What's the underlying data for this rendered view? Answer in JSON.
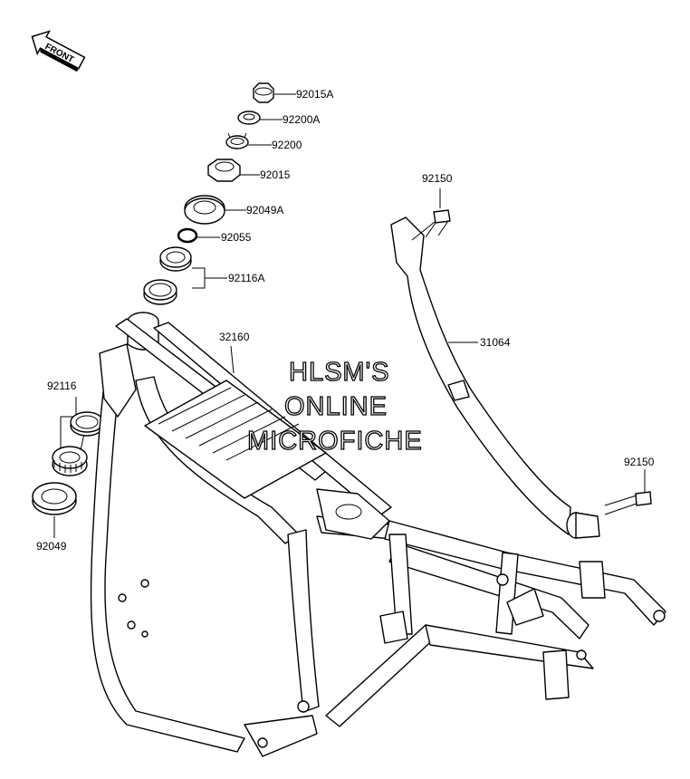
{
  "orientation": {
    "front_label": "FRONT"
  },
  "callouts": {
    "p92015A": "92015A",
    "p92200A": "92200A",
    "p92200": "92200",
    "p92015": "92015",
    "p92049A": "92049A",
    "p92055": "92055",
    "p92116A": "92116A",
    "p32160": "32160",
    "p92116": "92116",
    "p92049": "92049",
    "p92150_top": "92150",
    "p31064": "31064",
    "p92150_bottom": "92150"
  },
  "watermark": {
    "line1": "HLSM'S",
    "line2": "ONLINE",
    "line3": "MICROFICHE"
  }
}
